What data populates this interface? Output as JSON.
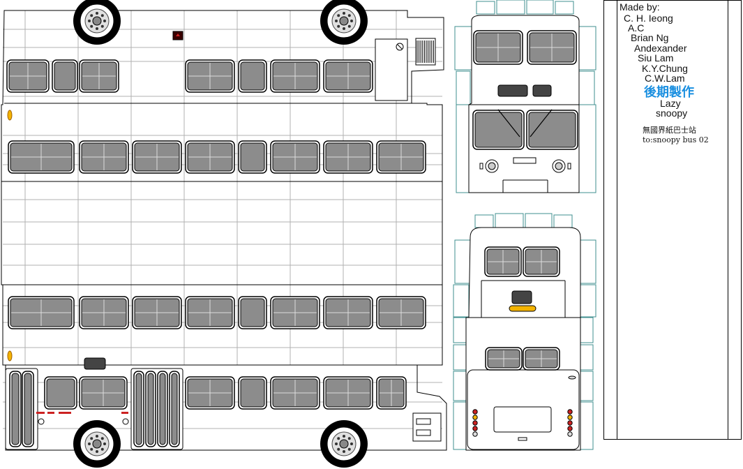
{
  "credits": {
    "heading": "Made by:",
    "names": [
      "C. H. Ieong",
      "A.C",
      "Brian Ng",
      "Andexander",
      "Siu Lam",
      "K.Y.Chung",
      "C.W.Lam"
    ],
    "post_production": "後期製作",
    "post_names": [
      "Lazy",
      "snoopy"
    ],
    "site": "無國界紙巴士站",
    "site_ref": "to:snoopy bus 02"
  },
  "colors": {
    "window_fill": "#8c8c8c",
    "outline": "#000000",
    "guide_line": "#b0b0b0",
    "flap_line": "#3f8f8f",
    "accent_text": "#1a8fe0",
    "amber_lamp": "#f4b400",
    "red_lamp": "#cc2222"
  }
}
